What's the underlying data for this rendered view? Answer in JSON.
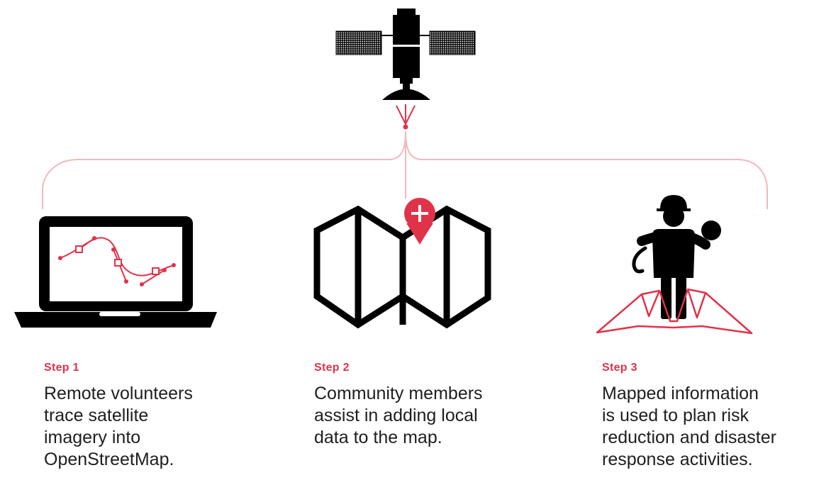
{
  "colors": {
    "accent": "#e0334a",
    "connector": "#f2b8bd",
    "icon": "#000000"
  },
  "icons": [
    "satellite-icon",
    "laptop-icon",
    "folded-map-icon",
    "location-pin-plus-icon",
    "rescuer-icon"
  ],
  "steps": [
    {
      "label": "Step 1",
      "text": "Remote volunteers\ntrace satellite\nimagery into\nOpenStreetMap."
    },
    {
      "label": "Step 2",
      "text": "Community members\nassist in adding local\ndata to the map."
    },
    {
      "label": "Step 3",
      "text": "Mapped information\nis used to plan risk\nreduction and disaster\nresponse activities."
    }
  ]
}
